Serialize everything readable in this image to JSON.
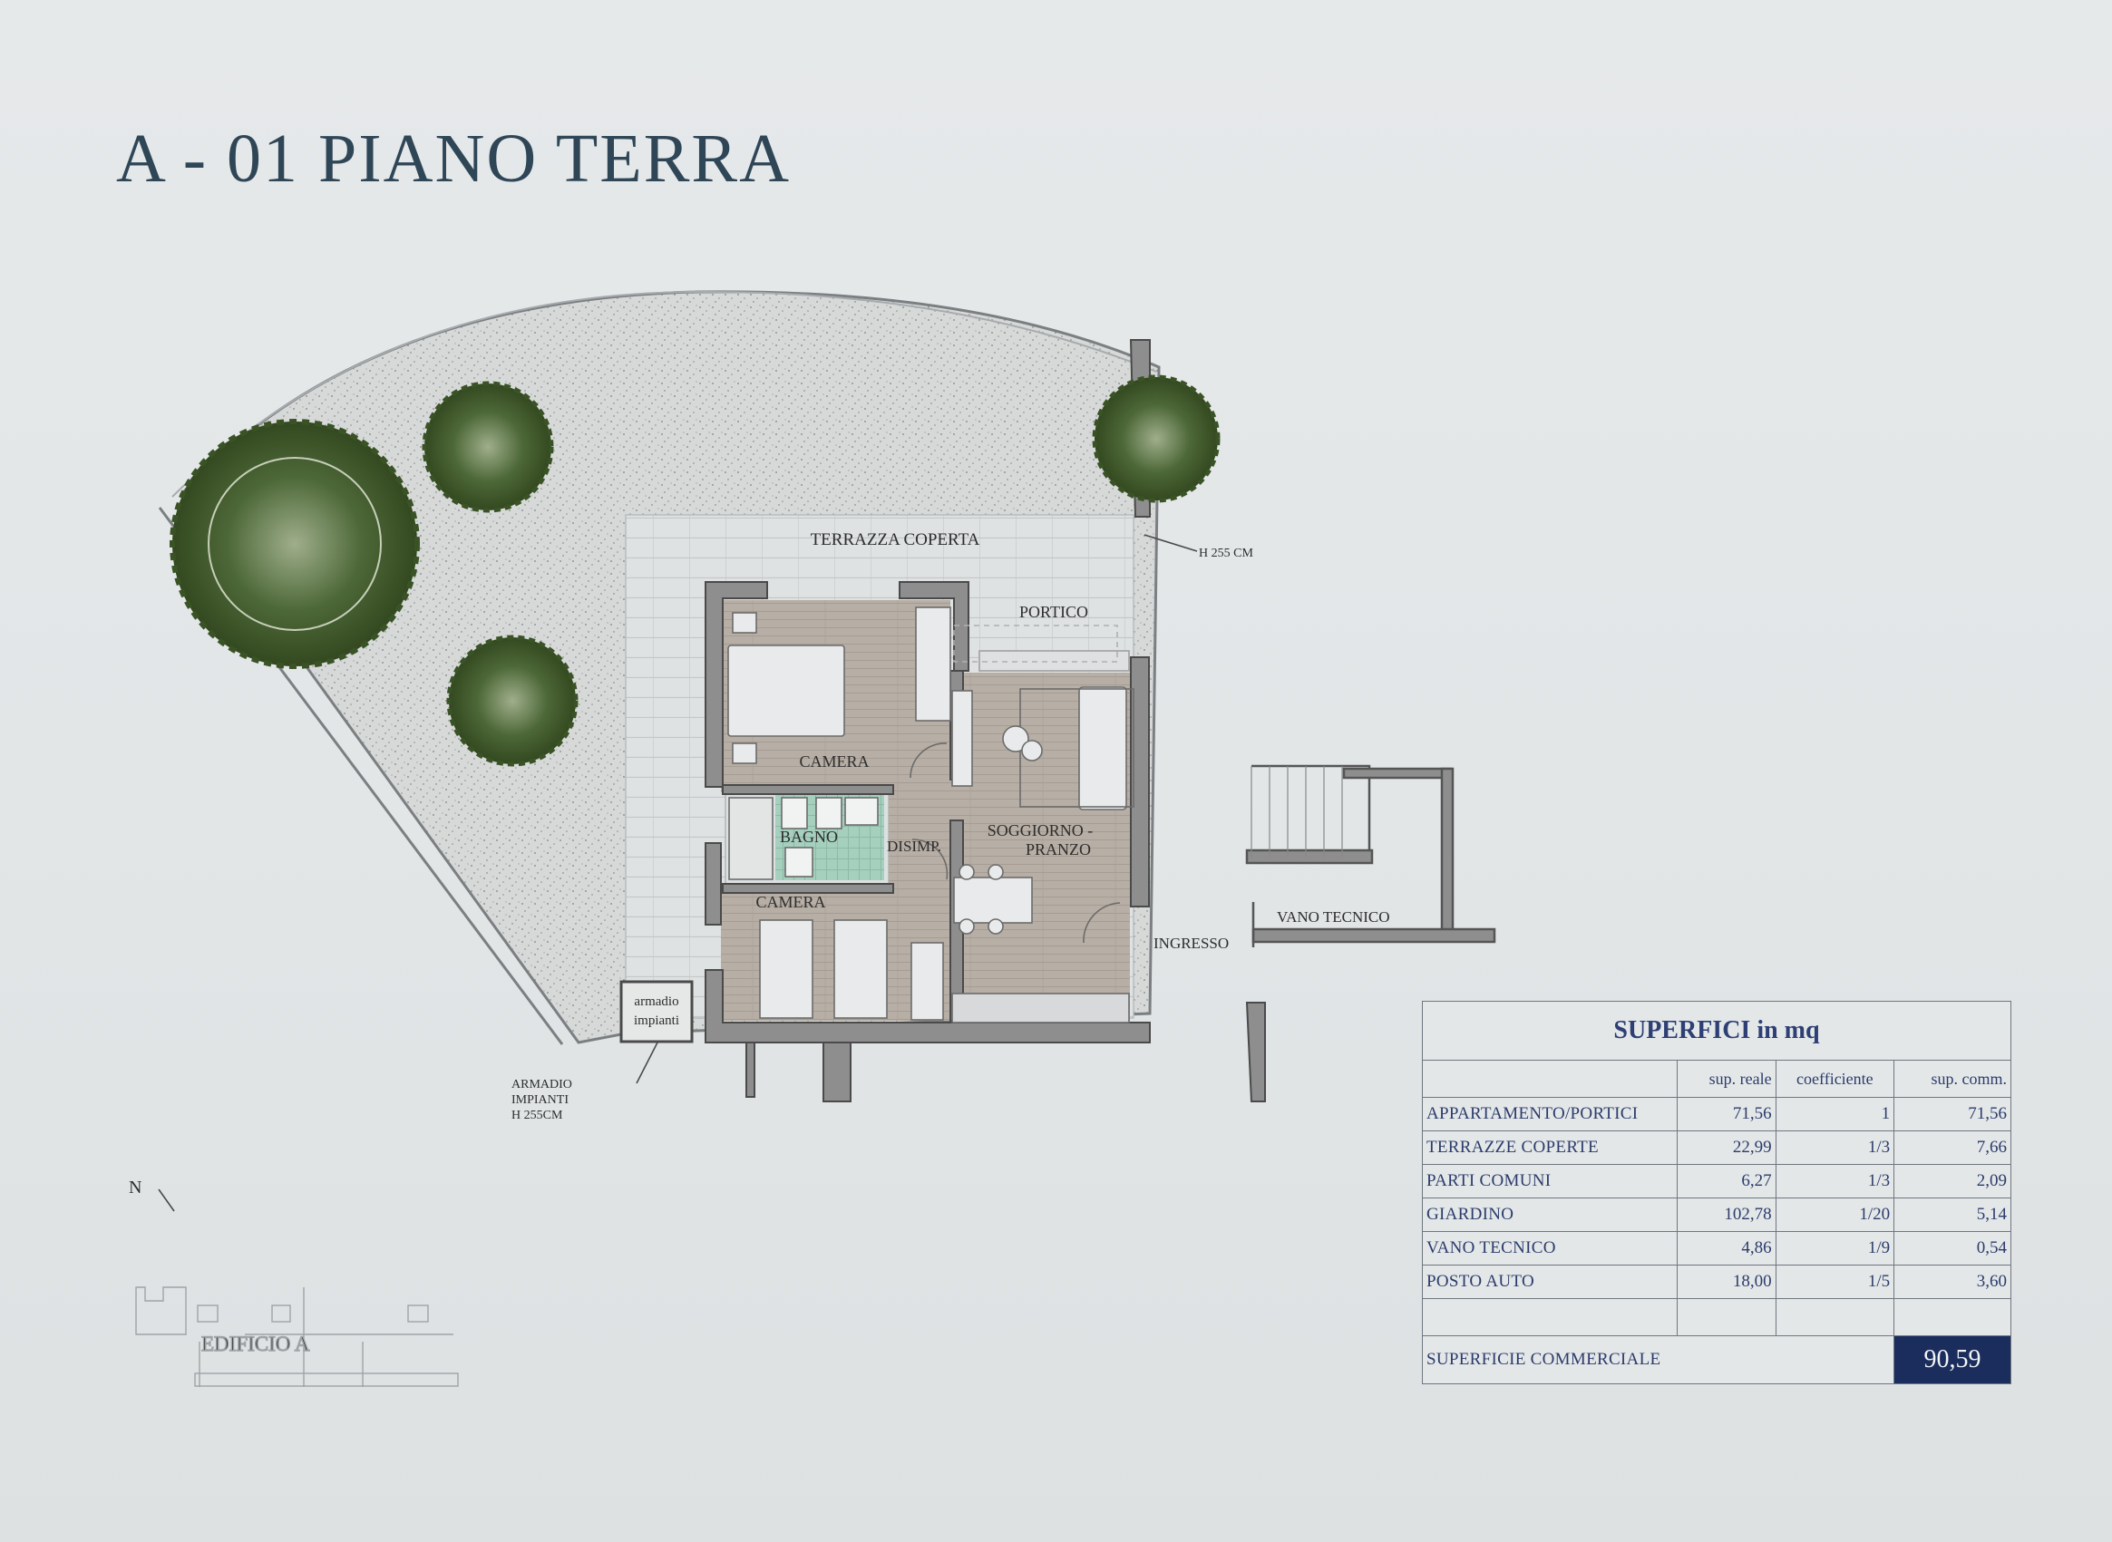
{
  "title": "A - 01 PIANO TERRA",
  "labels": {
    "terrazza": "TERRAZZA COPERTA",
    "h255": "H 255 CM",
    "portico": "PORTICO",
    "camera1": "CAMERA",
    "bagno": "BAGNO",
    "disimp": "DISIMP.",
    "soggiorno1": "SOGGIORNO -",
    "soggiorno2": "PRANZO",
    "camera2": "CAMERA",
    "vano_tecnico": "VANO TECNICO",
    "ingresso": "INGRESSO",
    "armadio_box1": "armadio",
    "armadio_box2": "impianti",
    "armadio_note1": "ARMADIO",
    "armadio_note2": "IMPIANTI",
    "armadio_note3": "H 255CM",
    "north": "N",
    "edificio": "EDIFICIO A"
  },
  "table": {
    "caption": "SUPERFICI in mq",
    "headers": [
      "",
      "sup. reale",
      "coefficiente",
      "sup. comm."
    ],
    "rows": [
      {
        "name": "APPARTAMENTO/PORTICI",
        "reale": "71,56",
        "coeff": "1",
        "comm": "71,56"
      },
      {
        "name": "TERRAZZE COPERTE",
        "reale": "22,99",
        "coeff": "1/3",
        "comm": "7,66"
      },
      {
        "name": "PARTI COMUNI",
        "reale": "6,27",
        "coeff": "1/3",
        "comm": "2,09"
      },
      {
        "name": "GIARDINO",
        "reale": "102,78",
        "coeff": "1/20",
        "comm": "5,14"
      },
      {
        "name": "VANO TECNICO",
        "reale": "4,86",
        "coeff": "1/9",
        "comm": "0,54"
      },
      {
        "name": "POSTO AUTO",
        "reale": "18,00",
        "coeff": "1/5",
        "comm": "3,60"
      }
    ],
    "total_label": "SUPERFICIE COMMERCIALE",
    "total_value": "90,59"
  },
  "colors": {
    "title": "#2f4657",
    "wall": "#8c8c8c",
    "floor_wood": "#b3aaa1",
    "bath_tile": "#9cc8b5",
    "garden_grass": "#d3d6d4",
    "tree": "#41582e",
    "table_text": "#2b3c6b",
    "total_bg": "#1b2d5c"
  }
}
